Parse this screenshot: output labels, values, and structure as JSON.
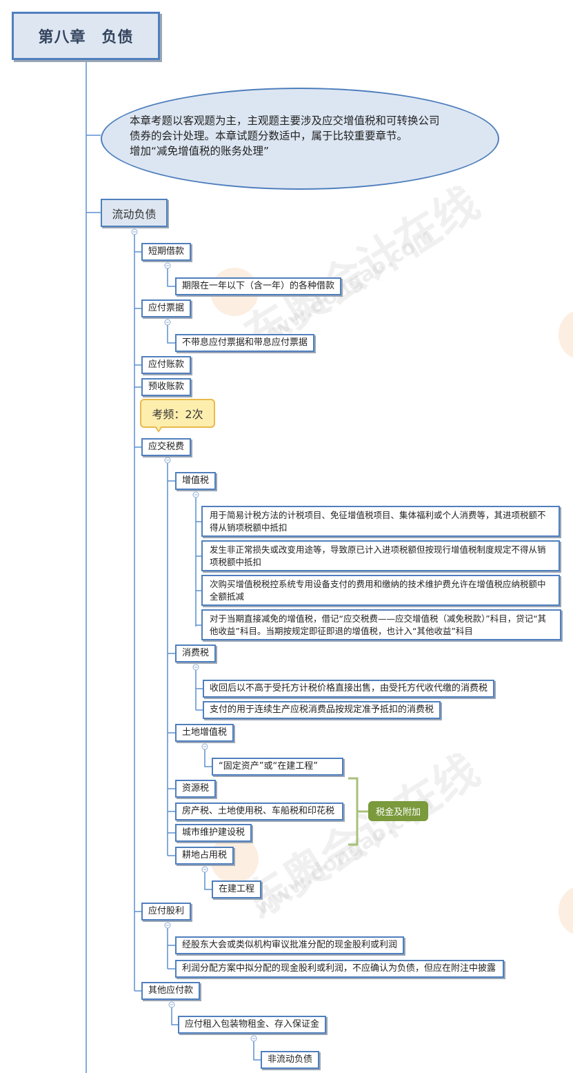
{
  "title": "第八章　负债",
  "summary": {
    "line1": "本章考题以客观题为主，主观题主要涉及应交增值税和可转换公司",
    "line2": "债券的会计处理。本章试题分数适中，属于比较重要章节。",
    "line3": "增加“减免增值税的账务处理”"
  },
  "section": "流动负债",
  "items": {
    "short_loan": "短期借款",
    "short_loan_desc": "期限在一年以下（含一年）的各种借款",
    "notes_payable": "应付票据",
    "notes_payable_desc": "不带息应付票据和带息应付票据",
    "accounts_payable": "应付账款",
    "advance_receipts": "预收账款",
    "taxes_payable": "应交税费",
    "vat": "增值税",
    "vat_rules": [
      "用于简易计税方法的计税项目、免征增值税项目、集体福利或个人消费等，其进项税额不得从销项税额中抵扣",
      "发生非正常损失或改变用途等，导致原已计入进项税额但按现行增值税制度规定不得从销项税额中抵扣",
      "次购买增值税税控系统专用设备支付的费用和缴纳的技术维护费允许在增值税应纳税额中全额抵减",
      "对于当期直接减免的增值税，借记“应交税费——应交增值税（减免税款）”科目，贷记“其他收益”科目。当期按规定即征即退的增值税，也计入“其他收益”科目"
    ],
    "consumption_tax": "消费税",
    "consumption_rules": [
      "收回后以不高于受托方计税价格直接出售，由受托方代收代缴的消费税",
      "支付的用于连续生产应税消费品按规定准予抵扣的消费税"
    ],
    "land_vat": "土地增值税",
    "land_vat_desc": "“固定资产”或“在建工程”",
    "resource_tax": "资源税",
    "property_taxes": "房产税、土地使用税、车船税和印花税",
    "city_tax": "城市维护建设税",
    "farmland_tax": "耕地占用税",
    "farmland_desc": "在建工程",
    "dividends_payable": "应付股利",
    "dividends_rules": [
      "经股东大会或类似机构审议批准分配的现金股利或利润",
      "利润分配方案中拟分配的现金股利或利润，不应确认为负债，但应在附注中披露"
    ],
    "other_payables": "其他应付款",
    "other_desc": "应付租入包装物租金、存入保证金",
    "non_current": "非流动负债"
  },
  "callout": "考频：2次",
  "bracket_tag": "税金及附加",
  "watermark": {
    "cn": "东奥会计在线",
    "url": "www.dongao.com"
  },
  "colors": {
    "border": "#4f7fbd",
    "line": "#5b8fd0",
    "callout_bg": "#fdeeae",
    "tag_bg": "#7a9a3c",
    "bracket": "#a8c07a"
  }
}
